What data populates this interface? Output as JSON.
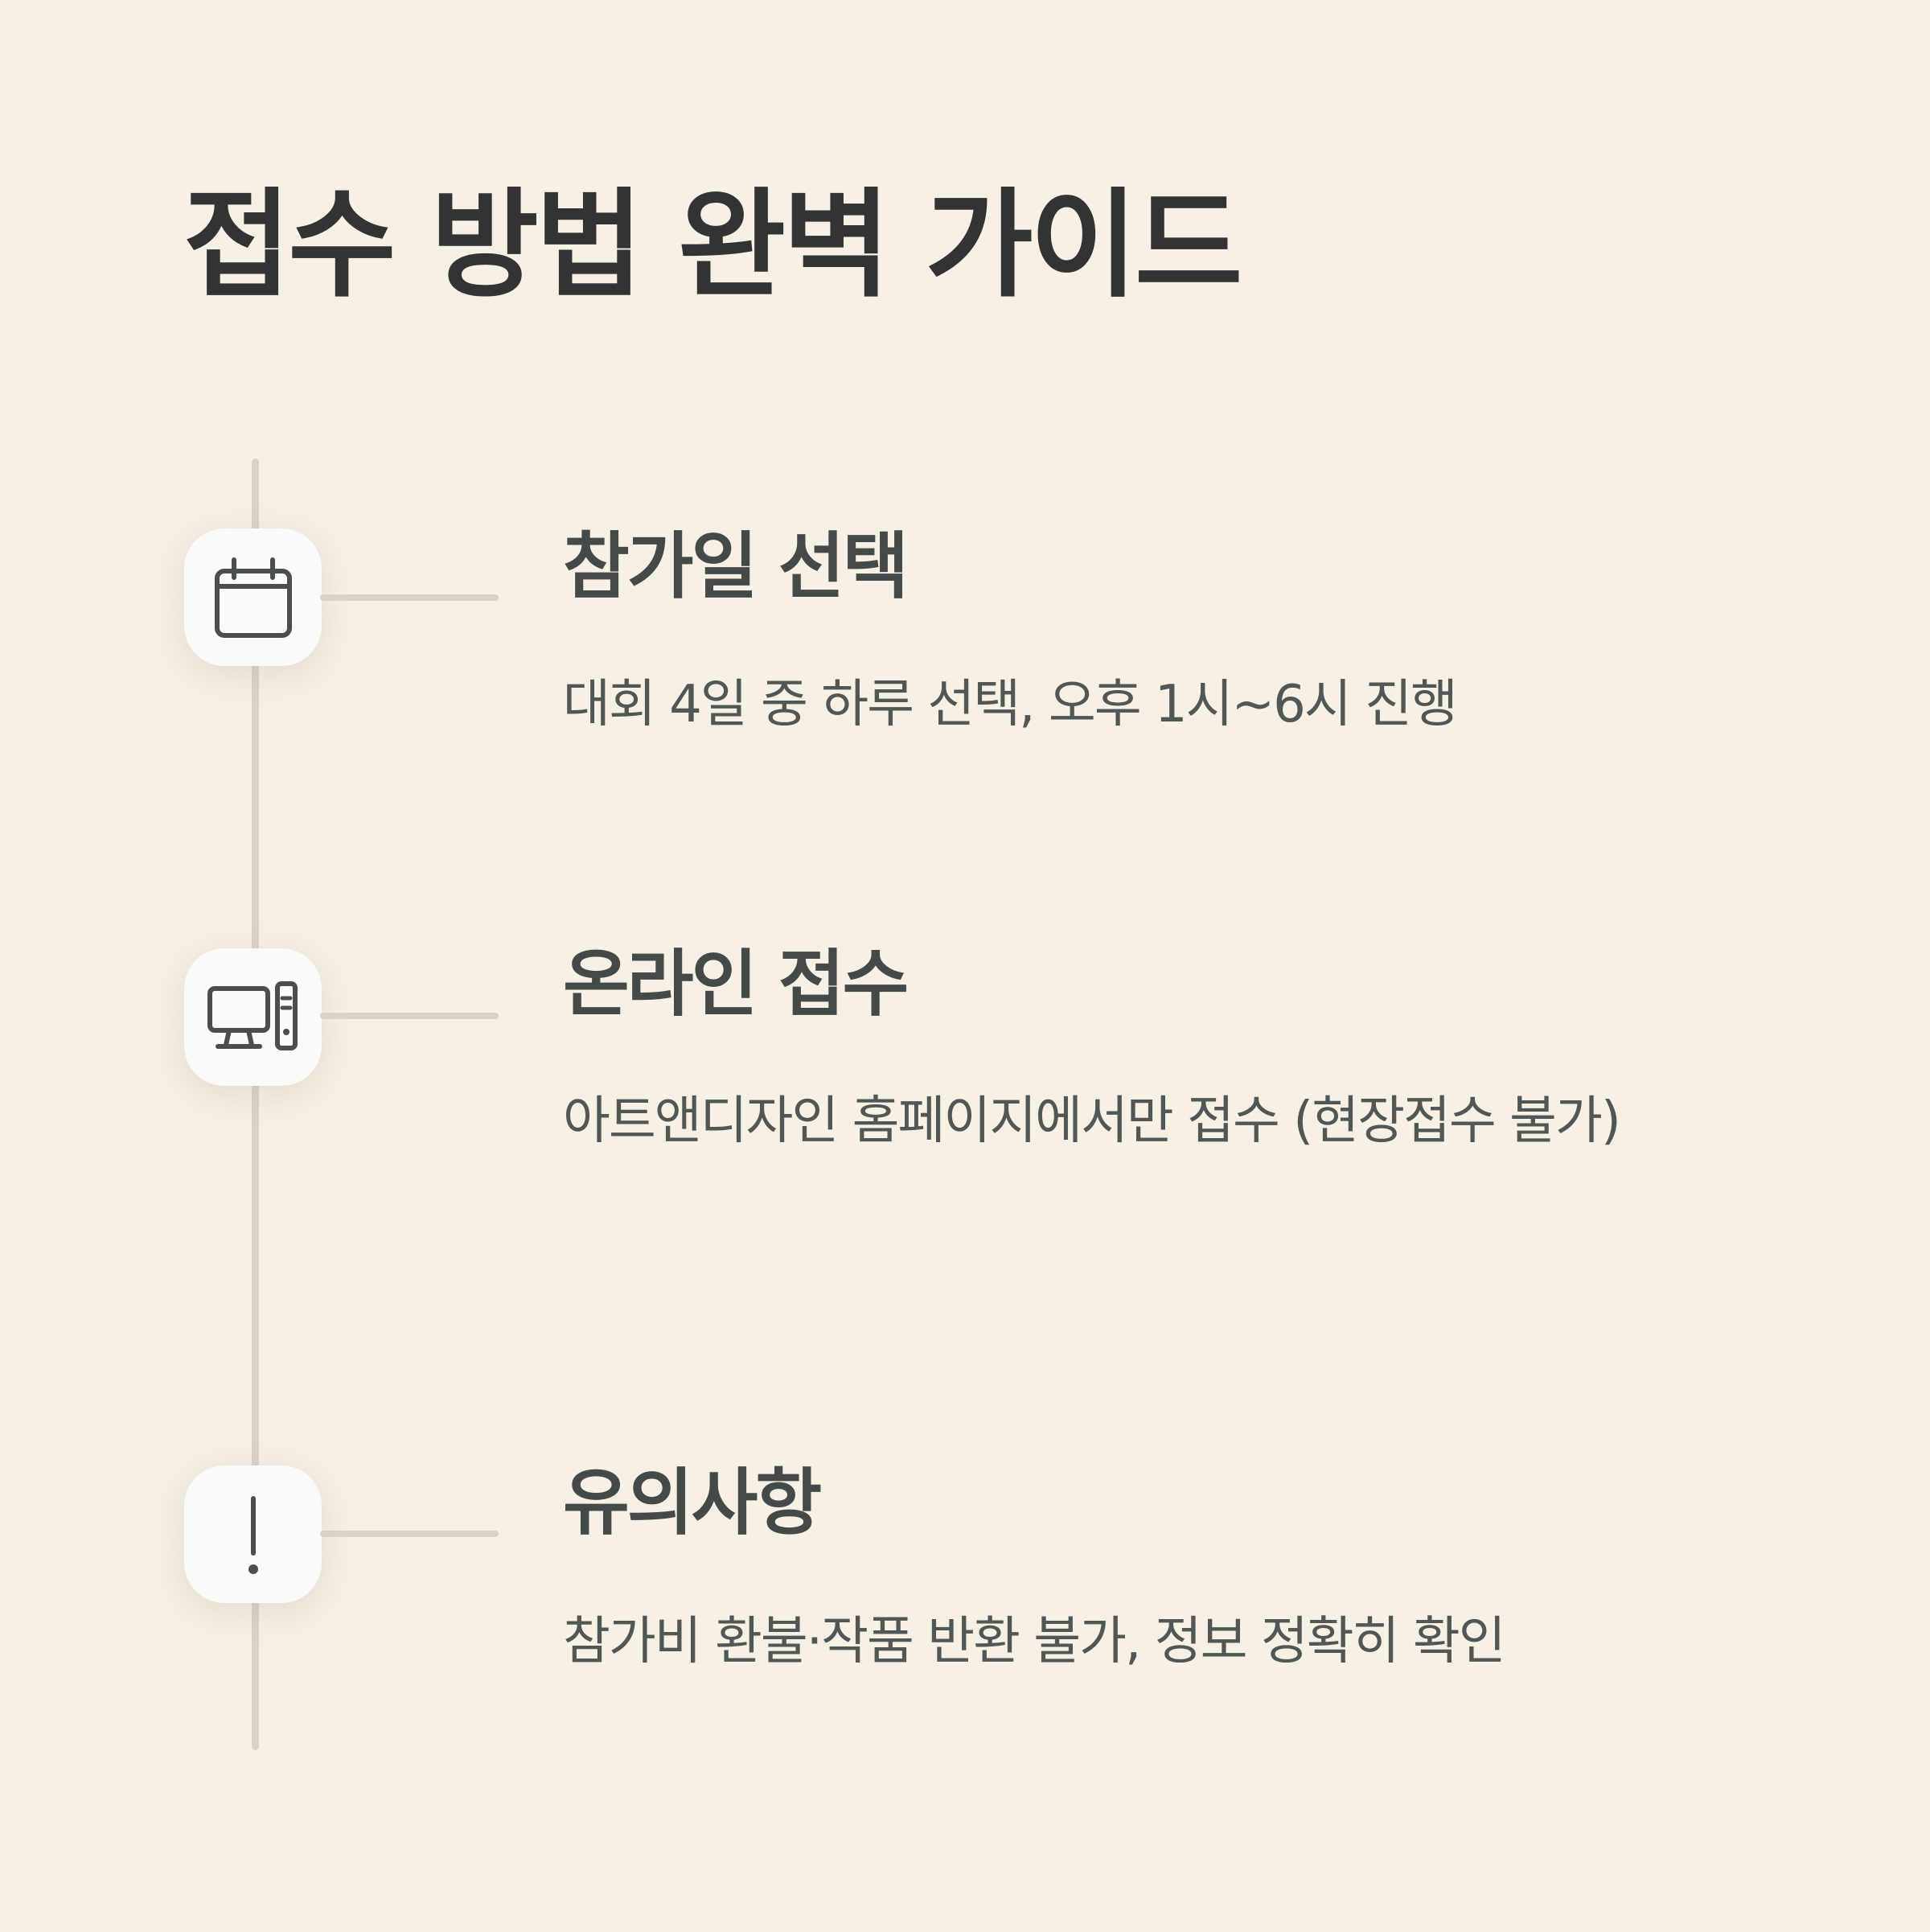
{
  "title": "접수 방법 완벽 가이드",
  "steps": [
    {
      "icon": "calendar-icon",
      "title": "참가일 선택",
      "description": "대회 4일 중 하루 선택, 오후 1시~6시 진행"
    },
    {
      "icon": "desktop-computer-icon",
      "title": "온라인 접수",
      "description": "아트앤디자인 홈페이지에서만 접수 (현장접수 불가)"
    },
    {
      "icon": "exclamation-icon",
      "title": "유의사항",
      "description": "참가비 환불·작품 반환 불가, 정보 정확히 확인"
    }
  ],
  "colors": {
    "background": "#f6f0e5",
    "title": "#333333",
    "step_title": "#434a48",
    "description": "#505755",
    "line": "#d8d2c8",
    "icon_stroke": "#4a4f4e"
  }
}
